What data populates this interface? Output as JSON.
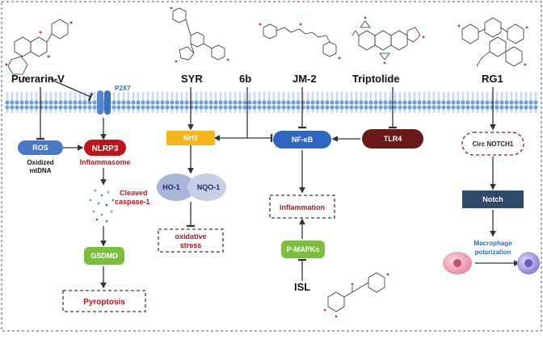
{
  "drugs": {
    "puerarin": "Puerarin-V",
    "syr": "SYR",
    "six_b": "6b",
    "jm2": "JM-2",
    "triptolide": "Triptolide",
    "rg1": "RG1",
    "isl": "ISL"
  },
  "nodes": {
    "p2x7": "P2X7",
    "ros": "ROS",
    "oxidized_mtdna_line1": "Oxidized",
    "oxidized_mtdna_line2": "mtDNA",
    "nlrp3": "NLRP3",
    "inflammasome": "Inflammasome",
    "cleaved_line1": "Cleaved",
    "cleaved_line2": "caspase-1",
    "gsdmd": "GSDMD",
    "pyroptosis": "Pyroptosis",
    "nrf2": "Nrf2",
    "ho1": "HO-1",
    "nqo1": "NQO-1",
    "oxidative_line1": "oxidative",
    "oxidative_line2": "stress",
    "nfkb": "NF-κB",
    "inflammation": "Inflammation",
    "pmapks": "P-MAPKs",
    "tlr4": "TLR4",
    "circ_notch1": "Circ NOTCH1",
    "notch": "Notch",
    "macrophage_line1": "Macrophage",
    "macrophage_line2": "polarization"
  },
  "colors": {
    "membrane": "#5b8fd6",
    "ros": "#4a78c8",
    "nlrp3": "#c0141c",
    "gsdmd": "#7cbf3c",
    "nrf2": "#f5b51b",
    "ho1": "#a9b6d6",
    "nqo1": "#c5cfe6",
    "nfkb": "#2f66c2",
    "pmapks": "#7cbf3c",
    "tlr4": "#6b1a1a",
    "notch": "#2f4a6b",
    "dashed_red": "#c0141c",
    "dashed_navy": "#2a3b6b"
  }
}
